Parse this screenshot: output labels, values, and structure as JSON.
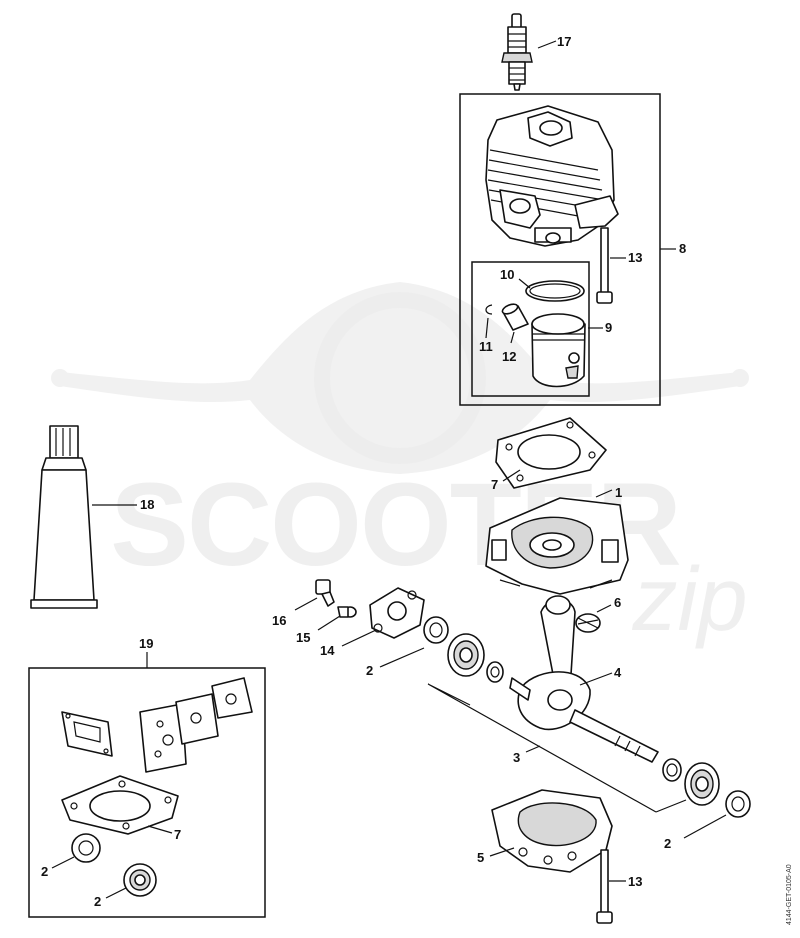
{
  "watermark": {
    "text": "SCOOTER",
    "script": "zip",
    "color": "#e2e2e2"
  },
  "callouts": {
    "c1": "1",
    "c2a": "2",
    "c2b": "2",
    "c2c": "2",
    "c2d": "2",
    "c3": "3",
    "c4": "4",
    "c5": "5",
    "c6": "6",
    "c7a": "7",
    "c7b": "7",
    "c8": "8",
    "c9": "9",
    "c10": "10",
    "c11": "11",
    "c12": "12",
    "c13a": "13",
    "c13b": "13",
    "c14": "14",
    "c15": "15",
    "c16": "16",
    "c17": "17",
    "c18": "18",
    "c19": "19"
  },
  "drawing_code": "4144-GET-0105-A0",
  "icons": [
    "spark-plug-icon",
    "cylinder-icon",
    "piston-icon",
    "grease-tube-icon",
    "crankshaft-icon",
    "bearing-icon",
    "gasket-icon",
    "screw-icon"
  ]
}
